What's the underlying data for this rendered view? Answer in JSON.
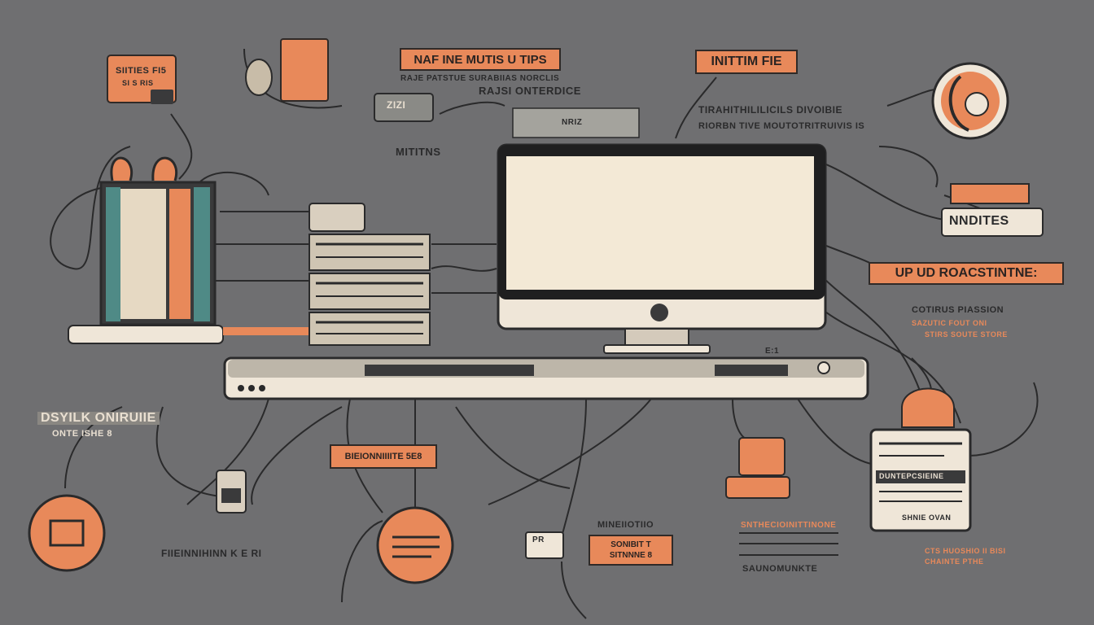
{
  "colors": {
    "background": "#6f6f71",
    "accent": "#e8895a",
    "cream": "#efe6d8",
    "ink": "#2b2b2c",
    "teal": "#4f8a86"
  },
  "labels": {
    "top_center_tag": "NAF INE MUTIS U TIPS",
    "top_center_sub": "RAJE PATSTUE SURABIIAS NORCLIS",
    "top_center_sub2": "RAJSI ONTERDICE",
    "top_right_tag": "INITTIM FIE",
    "top_right_line1": "TIRAHITHILILICILS DIVOIBIE",
    "top_right_line2": "RIORBN TIVE MOUTOTRITRUIVIS IS",
    "top_left_tag_line1": "SIITIES FI5",
    "top_left_tag_line2": "SI S RIS",
    "small_box_top": "ZIZI",
    "gray_box_top": "NRIZ",
    "mid_left_caption": "MITITNS",
    "right_box_tag": "NNDITES",
    "right_orange_tag": "UP UD ROACSTINTNE:",
    "right_caption_1": "COTIRUS PIASSION",
    "right_caption_2": "SAZUTIC FOUT ONI",
    "right_caption_3": "STIRS SOUTE STORE",
    "left_caption_1": "DSYILK ONIRUIIE",
    "left_caption_2": "ONTE ISHE 8",
    "bottom_orange_tag": "BIEIONNIIIITE 5E8",
    "bottom_left_caption": "FIIEINNIHINN K E RI",
    "bottom_small_box": "PR",
    "bottom_center_tag_line1": "SONIBIT T",
    "bottom_center_tag_line2": "SITNNNE 8",
    "bottom_center_caption": "MINEIIOTIIO",
    "bottom_right_caption_1": "SNTHECIOINITTINONE",
    "bottom_right_caption_2": "SAUNOMUNKTE",
    "bottom_right_caption_3": "CTS HUOSHIO II BISI",
    "bottom_right_caption_4": "CHAINTE PTHE",
    "right_card_label": "DUNTEPCSIEINE",
    "right_card_footer": "SHNIE OVAN",
    "ticker_label": "E:1"
  }
}
